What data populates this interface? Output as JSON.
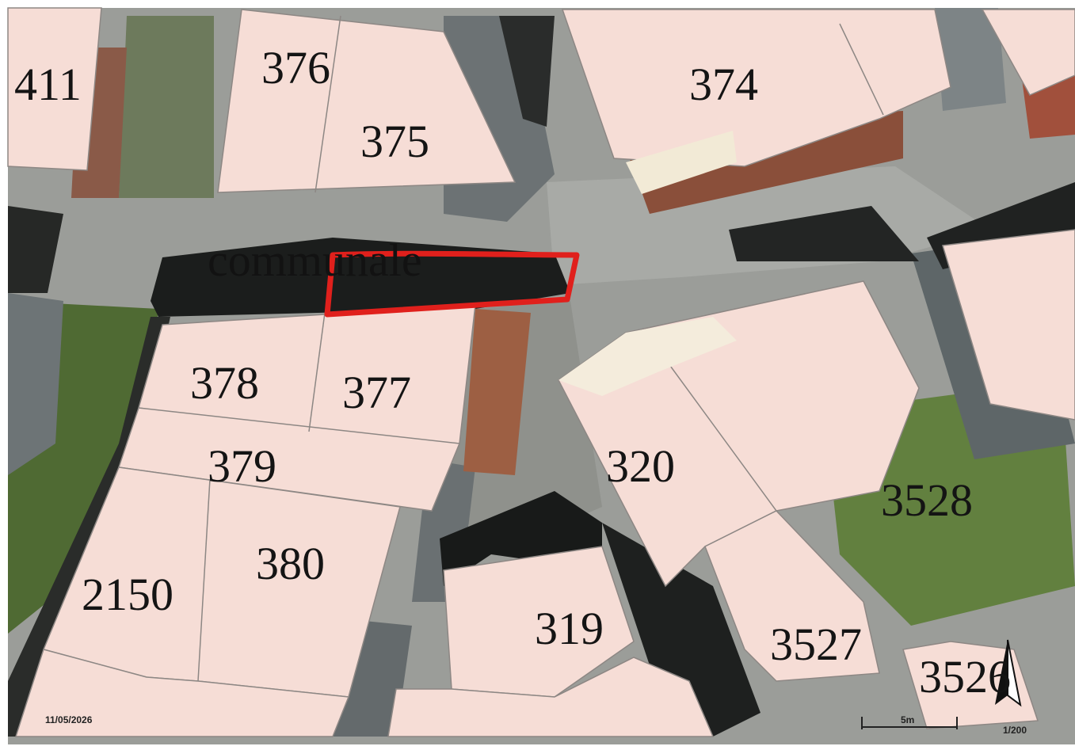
{
  "map": {
    "street_label": "communale",
    "parcels": [
      {
        "id": "411"
      },
      {
        "id": "376"
      },
      {
        "id": "375"
      },
      {
        "id": "374"
      },
      {
        "id": "378"
      },
      {
        "id": "377"
      },
      {
        "id": "379"
      },
      {
        "id": "380"
      },
      {
        "id": "2150"
      },
      {
        "id": "320"
      },
      {
        "id": "319"
      },
      {
        "id": "3528"
      },
      {
        "id": "3527"
      },
      {
        "id": "3526"
      }
    ],
    "date": "11/05/2026",
    "scale_bar_label": "5m",
    "scale_ratio": "1/200",
    "colors": {
      "parcel_fill": "#f6ddd6",
      "highlight": "#e0201c",
      "shadow": "#1b1d1c",
      "road": "#9a9c98",
      "grass": "#5e7a3c",
      "roof_gray": "#7a7f80",
      "roof_rust": "#9a5a3c"
    }
  }
}
